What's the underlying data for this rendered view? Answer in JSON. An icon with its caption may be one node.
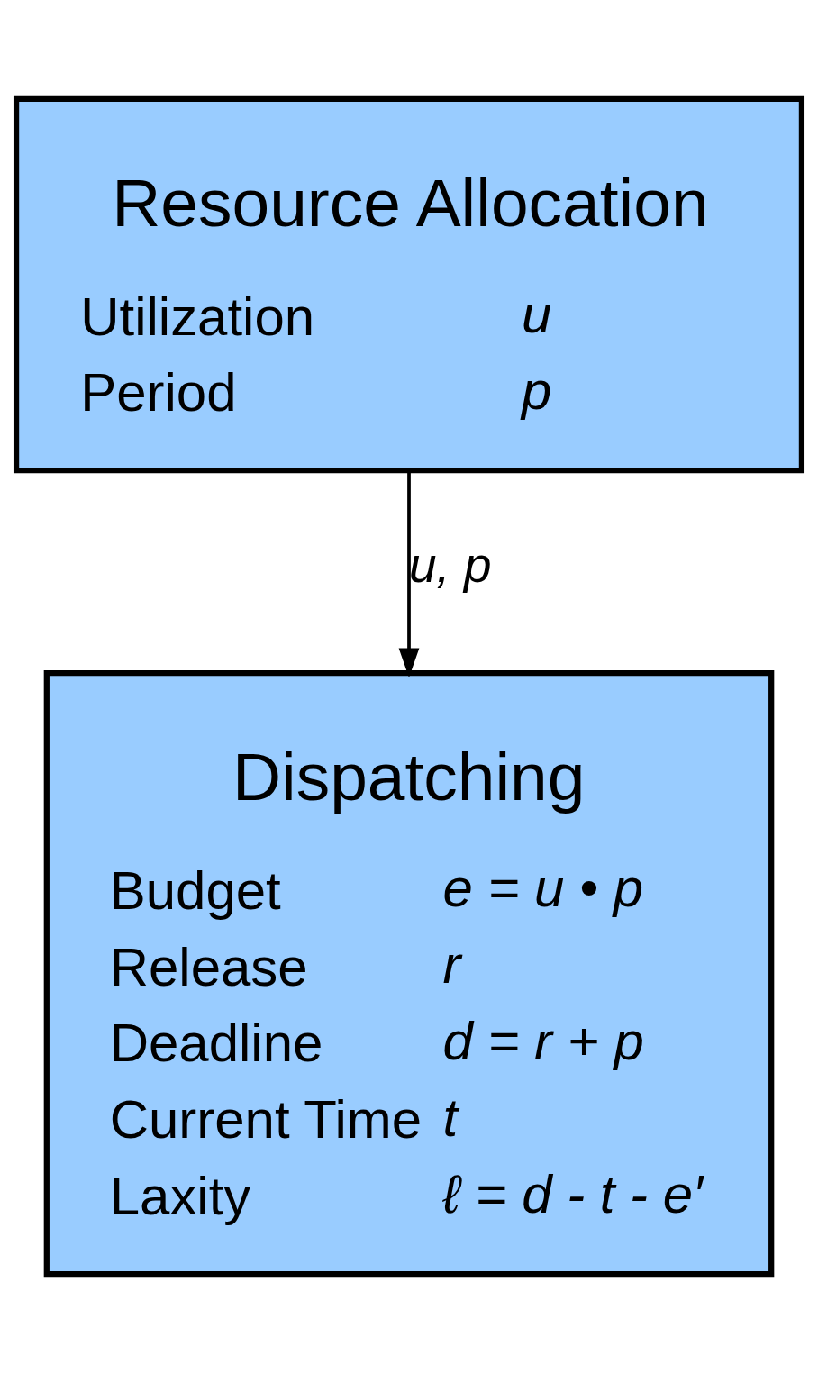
{
  "diagram": {
    "nodes": [
      {
        "text": [
          "Resource Allocation",
          "Utilization",
          "u",
          "Period",
          "p"
        ]
      },
      {
        "text": [
          "Dispatching",
          "Budget",
          "e = u • p",
          "Release",
          "r",
          "Deadline",
          "d = r + p",
          "Current Time",
          "t",
          "Laxity",
          "ℓ = d - t - e′"
        ]
      }
    ],
    "edges": [
      {
        "from": 0,
        "to": 1,
        "arrow": "to",
        "label": "u, p"
      }
    ]
  }
}
